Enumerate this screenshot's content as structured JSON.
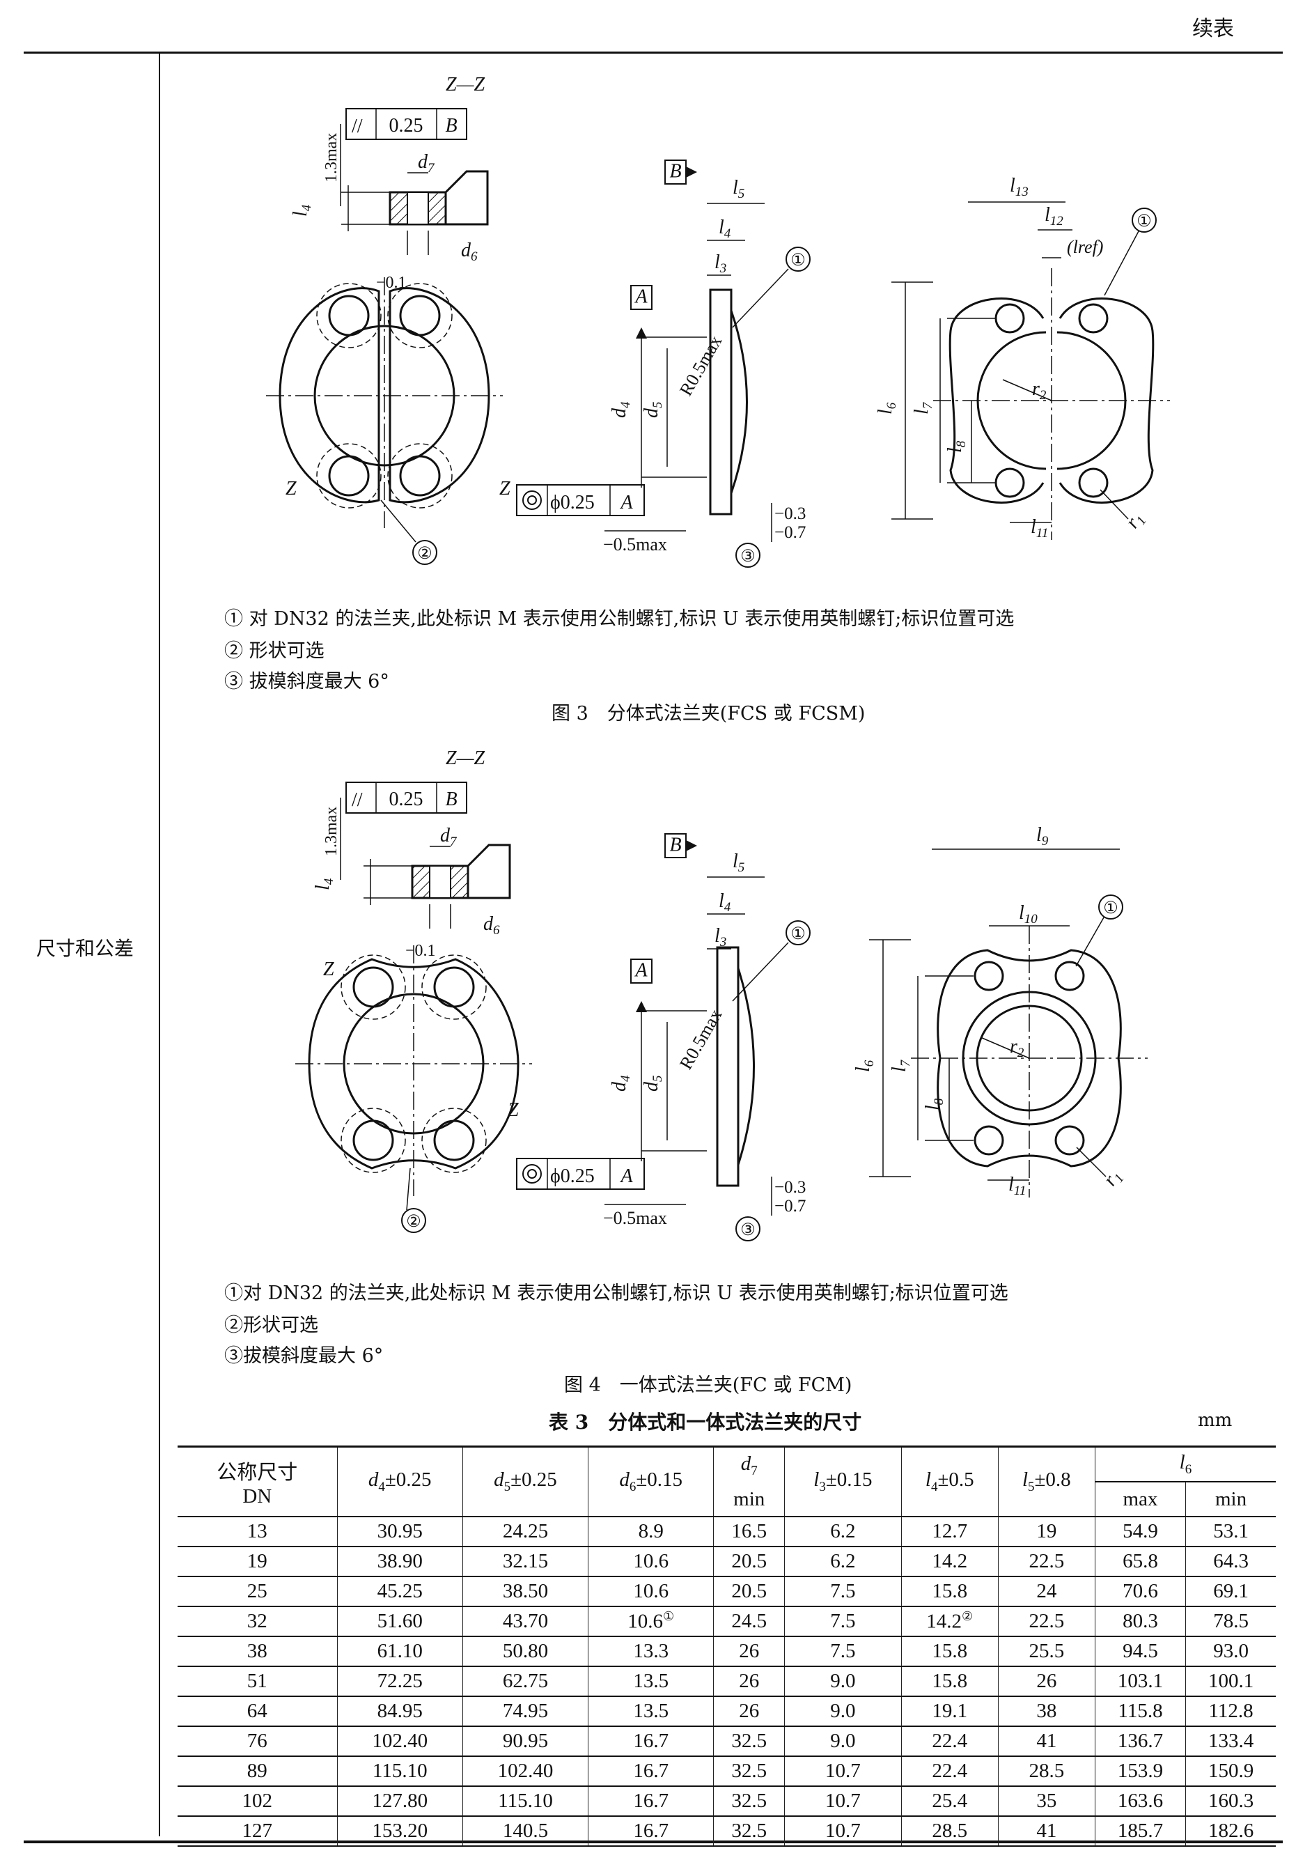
{
  "header": {
    "continued": "续表"
  },
  "side_label": "尺寸和公差",
  "fig3": {
    "section": "Z—Z",
    "frame": {
      "sym": "//",
      "val": "0.25",
      "ref": "B"
    },
    "labels": {
      "max13": "1.3max",
      "l4a": "l4",
      "d7": "d7",
      "d6": "d6",
      "flat": "−0.1",
      "z1": "Z",
      "z2": "Z",
      "c2": "②",
      "B": "B",
      "l5": "l5",
      "l4": "l4",
      "l3": "l3",
      "c1": "①",
      "A": "A",
      "d4": "d4",
      "d5": "d5",
      "r05": "R0.5max",
      "conc": "ϕ0.25",
      "concref": "A",
      "m05": "−0.5max",
      "t3": "−0.3",
      "t7": "−0.7",
      "c3": "③",
      "l13": "l13",
      "l12": "l12",
      "lref": "(lref)",
      "c1b": "①",
      "l6": "l6",
      "l7": "l7",
      "l8": "l8",
      "r2": "r2",
      "l11": "l11",
      "r1": "r1"
    },
    "notes": [
      "① 对 DN32 的法兰夹,此处标识 M 表示使用公制螺钉,标识 U 表示使用英制螺钉;标识位置可选",
      "② 形状可选",
      "③ 拔模斜度最大 6°"
    ],
    "caption": "图 3　分体式法兰夹(FCS 或 FCSM)"
  },
  "fig4": {
    "section": "Z—Z",
    "frame": {
      "sym": "//",
      "val": "0.25",
      "ref": "B"
    },
    "labels": {
      "max13": "1.3max",
      "l4a": "l4",
      "d7": "d7",
      "d6": "d6",
      "flat": "−0.1",
      "z1": "Z",
      "z2": "Z",
      "c2": "②",
      "B": "B",
      "l5": "l5",
      "l4": "l4",
      "l3": "l3",
      "c1": "①",
      "A": "A",
      "d4": "d4",
      "d5": "d5",
      "r05": "R0.5max",
      "conc": "ϕ0.25",
      "concref": "A",
      "m05": "−0.5max",
      "t3": "−0.3",
      "t7": "−0.7",
      "c3": "③",
      "l9": "l9",
      "l10": "l10",
      "c1b": "①",
      "l6": "l6",
      "l7": "l7",
      "l8": "l8",
      "r2": "r2",
      "l11": "l11",
      "r1": "r1"
    },
    "notes": [
      "①对 DN32 的法兰夹,此处标识 M 表示使用公制螺钉,标识 U 表示使用英制螺钉;标识位置可选",
      "②形状可选",
      "③拔模斜度最大 6°"
    ],
    "caption": "图 4　一体式法兰夹(FC 或 FCM)"
  },
  "table": {
    "title": "表 3　分体式和一体式法兰夹的尺寸",
    "unit": "mm",
    "dn_header": [
      "公称尺寸",
      "DN"
    ],
    "columns": [
      {
        "sym": "d",
        "sub": "4",
        "tol": "±0.25"
      },
      {
        "sym": "d",
        "sub": "5",
        "tol": "±0.25"
      },
      {
        "sym": "d",
        "sub": "6",
        "tol": "±0.15"
      },
      {
        "sym": "d",
        "sub": "7",
        "tol": "",
        "note": "min"
      },
      {
        "sym": "l",
        "sub": "3",
        "tol": "±0.15"
      },
      {
        "sym": "l",
        "sub": "4",
        "tol": "±0.5"
      },
      {
        "sym": "l",
        "sub": "5",
        "tol": "±0.8"
      }
    ],
    "l6": {
      "sym": "l",
      "sub": "6",
      "max": "max",
      "min": "min"
    },
    "rows": [
      [
        "13",
        "30.95",
        "24.25",
        "8.9",
        "16.5",
        "6.2",
        "12.7",
        "19",
        "54.9",
        "53.1"
      ],
      [
        "19",
        "38.90",
        "32.15",
        "10.6",
        "20.5",
        "6.2",
        "14.2",
        "22.5",
        "65.8",
        "64.3"
      ],
      [
        "25",
        "45.25",
        "38.50",
        "10.6",
        "20.5",
        "7.5",
        "15.8",
        "24",
        "70.6",
        "69.1"
      ],
      [
        "32",
        "51.60",
        "43.70",
        "10.6",
        "24.5",
        "7.5",
        "14.2",
        "22.5",
        "80.3",
        "78.5"
      ],
      [
        "38",
        "61.10",
        "50.80",
        "13.3",
        "26",
        "7.5",
        "15.8",
        "25.5",
        "94.5",
        "93.0"
      ],
      [
        "51",
        "72.25",
        "62.75",
        "13.5",
        "26",
        "9.0",
        "15.8",
        "26",
        "103.1",
        "100.1"
      ],
      [
        "64",
        "84.95",
        "74.95",
        "13.5",
        "26",
        "9.0",
        "19.1",
        "38",
        "115.8",
        "112.8"
      ],
      [
        "76",
        "102.40",
        "90.95",
        "16.7",
        "32.5",
        "9.0",
        "22.4",
        "41",
        "136.7",
        "133.4"
      ],
      [
        "89",
        "115.10",
        "102.40",
        "16.7",
        "32.5",
        "10.7",
        "22.4",
        "28.5",
        "153.9",
        "150.9"
      ],
      [
        "102",
        "127.80",
        "115.10",
        "16.7",
        "32.5",
        "10.7",
        "25.4",
        "35",
        "163.6",
        "160.3"
      ],
      [
        "127",
        "153.20",
        "140.5",
        "16.7",
        "32.5",
        "10.7",
        "28.5",
        "41",
        "185.7",
        "182.6"
      ]
    ],
    "footnote_refs": [
      {
        "row": 3,
        "col": 3,
        "mark": "①"
      },
      {
        "row": 3,
        "col": 6,
        "mark": "②"
      }
    ]
  }
}
